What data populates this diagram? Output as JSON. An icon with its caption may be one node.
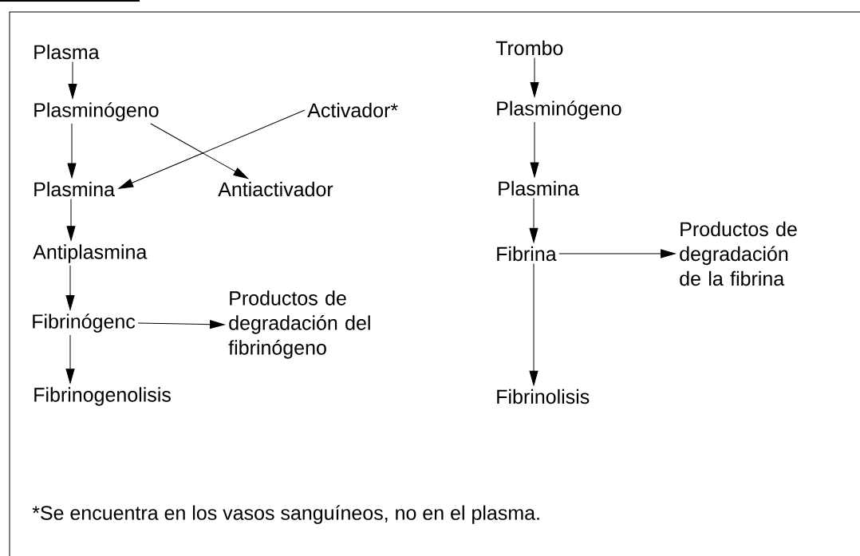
{
  "diagram": {
    "nodes": [
      {
        "text": [
          "Plasma"
        ]
      },
      {
        "text": [
          "Plasminógeno"
        ]
      },
      {
        "text": [
          "Activador*"
        ]
      },
      {
        "text": [
          "Plasmina"
        ]
      },
      {
        "text": [
          "Antiactivador"
        ]
      },
      {
        "text": [
          "Antiplasmina"
        ]
      },
      {
        "text": [
          "Fibrinógenc"
        ]
      },
      {
        "text": [
          "Productos de degradación del fibrinógeno"
        ]
      },
      {
        "text": [
          "Fibrinogenolisis"
        ]
      },
      {
        "text": [
          "Trombo"
        ]
      },
      {
        "text": [
          "Plasminógeno"
        ]
      },
      {
        "text": [
          "Plasmina"
        ]
      },
      {
        "text": [
          "Fibrina"
        ]
      },
      {
        "text": [
          "Productos de degradación de la fibrina"
        ]
      },
      {
        "text": [
          "Fibrinolisis"
        ]
      }
    ],
    "edges": [
      {
        "from": 0,
        "to": 1,
        "arrow": "to"
      },
      {
        "from": 1,
        "to": 3,
        "arrow": "to"
      },
      {
        "from": 1,
        "to": 4,
        "arrow": "to"
      },
      {
        "from": 2,
        "to": 3,
        "arrow": "to"
      },
      {
        "from": 3,
        "to": 5,
        "arrow": "to"
      },
      {
        "from": 5,
        "to": 6,
        "arrow": "to"
      },
      {
        "from": 6,
        "to": 7,
        "arrow": "to"
      },
      {
        "from": 6,
        "to": 8,
        "arrow": "to"
      },
      {
        "from": 9,
        "to": 10,
        "arrow": "to"
      },
      {
        "from": 10,
        "to": 11,
        "arrow": "to"
      },
      {
        "from": 11,
        "to": 12,
        "arrow": "to"
      },
      {
        "from": 12,
        "to": 13,
        "arrow": "to"
      },
      {
        "from": 12,
        "to": 14,
        "arrow": "to"
      }
    ],
    "labels": [
      "*Se encuentra en los vasos sanguíneos, no en el plasma."
    ]
  }
}
